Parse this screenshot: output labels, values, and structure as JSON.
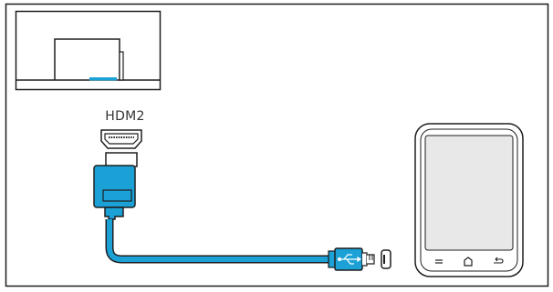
{
  "diagram": {
    "port_label": "HDM2",
    "colors": {
      "outline": "#1e1e1e",
      "cable": "#1ba1d6",
      "cable_dark": "#0f7fb0",
      "led": "#1ba1d6",
      "device_body": "#ffffff",
      "device_screen": "#e8e8e8"
    },
    "icons": [
      "tv-rear-panel",
      "hdmi-port",
      "hdmi-connector",
      "micro-usb-connector",
      "usb-symbol",
      "smartphone",
      "menu-icon",
      "home-icon",
      "back-icon"
    ]
  }
}
